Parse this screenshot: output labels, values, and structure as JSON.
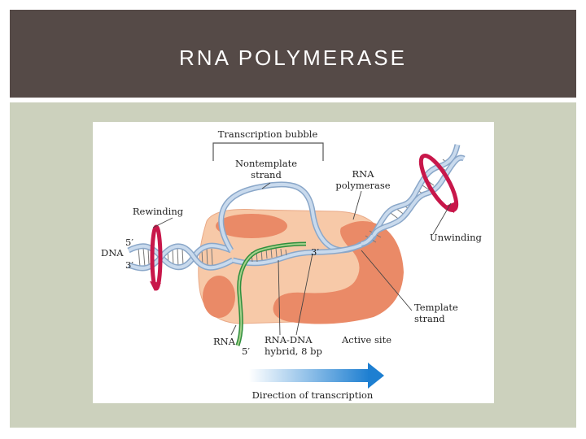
{
  "slide": {
    "title": "RNA POLYMERASE"
  },
  "diagram": {
    "labels": {
      "transcription_bubble": "Transcription bubble",
      "nontemplate_line1": "Nontemplate",
      "nontemplate_line2": "strand",
      "rna_polymerase_line1": "RNA",
      "rna_polymerase_line2": "polymerase",
      "rewinding": "Rewinding",
      "unwinding": "Unwinding",
      "dna": "DNA",
      "five_prime_top": "5′",
      "three_prime_bottom": "3′",
      "three_prime_active": "3′",
      "template_line1": "Template",
      "template_line2": "strand",
      "rna": "RNA",
      "rna_five_prime": "5′",
      "hybrid_line1": "RNA-DNA",
      "hybrid_line2": "hybrid, 8 bp",
      "active_site": "Active site",
      "direction": "Direction of transcription"
    },
    "colors": {
      "polymerase_body": "#f7c9a8",
      "polymerase_dark": "#ea8a67",
      "dna_strand": "#a7c0dd",
      "rna_strand": "#2f8f3d",
      "rotation_arrow": "#c8174a",
      "direction_arrow": "#1e7fd1"
    }
  }
}
